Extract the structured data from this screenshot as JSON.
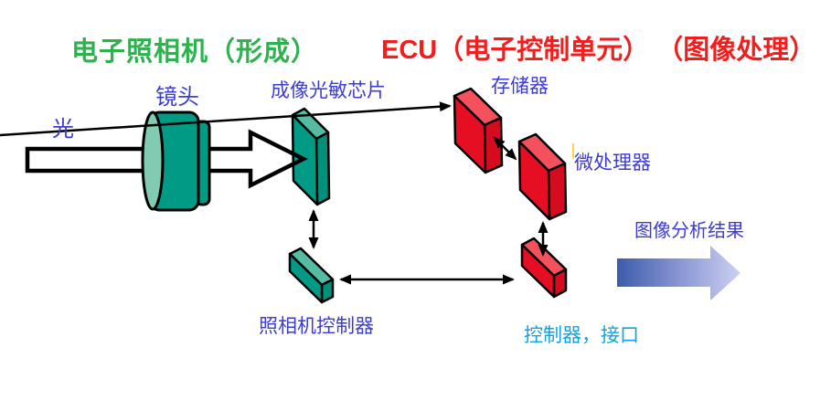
{
  "titles": {
    "camera_system": "电子照相机（形成）",
    "ecu": "ECU（电子控制单元） （图像处理）"
  },
  "labels": {
    "light": "光",
    "lens": "镜头",
    "sensor_chip": "成像光敏芯片",
    "memory": "存储器",
    "microprocessor": "微处理器",
    "camera_controller": "照相机控制器",
    "controller_interface": "控制器，接口",
    "result": "图像分析结果"
  },
  "colors": {
    "title_camera_green": "#2EB24E",
    "title_ecu_red": "#F21D1D",
    "label_blue": "#3C3CD2",
    "label_light_blue": "#0FA3E6",
    "teal_front": "#009A85",
    "teal_top": "#55BCA4",
    "teal_side": "#00907C",
    "teal_lens_face": "#82CBB2",
    "red_front": "#E60E23",
    "red_top": "#F4515C",
    "red_side": "#D50B1F",
    "result_arrow_start": "#3D5BAB",
    "result_arrow_end": "#CDD0F2",
    "connector_black": "#000000",
    "cursor_artifact_yellow": "#FFD24A"
  }
}
